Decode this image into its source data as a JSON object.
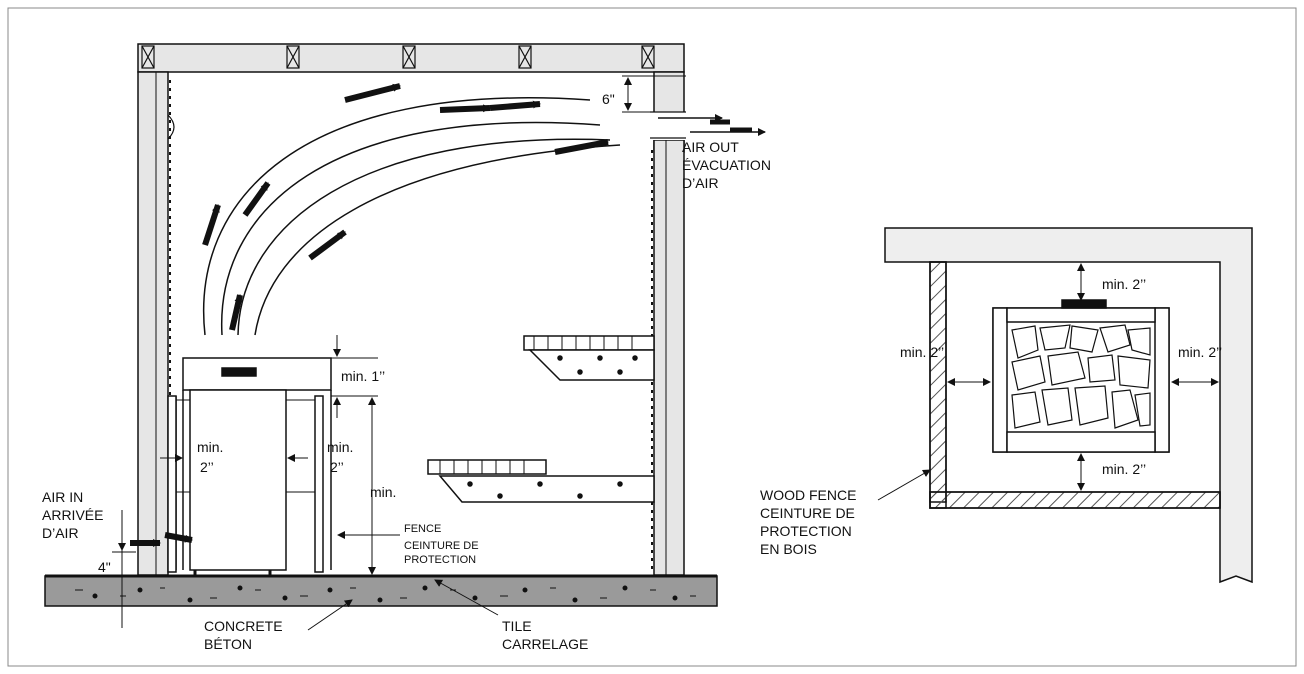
{
  "colors": {
    "ink": "#111111",
    "wall": "#d7d7d7",
    "concrete": "#9a9a9a",
    "board": "#eeeeee",
    "hatch": "#555555"
  },
  "main": {
    "dim_top": "6\"",
    "air_out": [
      "AIR OUT",
      "ÉVACUATION",
      "D’AIR"
    ],
    "heater_top": "min. 1’’",
    "side_left": [
      "min.",
      "2’’"
    ],
    "side_right": [
      "min.",
      "2’’"
    ],
    "front": "min.",
    "fence": [
      "FENCE",
      "CEINTURE DE",
      "PROTECTION"
    ],
    "air_in": [
      "AIR IN",
      "ARRIVÉE",
      "D’AIR"
    ],
    "dim_bottom": "4\"",
    "concrete": [
      "CONCRETE",
      "BÉTON"
    ],
    "tile": [
      "TILE",
      "CARRELAGE"
    ]
  },
  "plan": {
    "top": "min. 2’’",
    "left": "min. 2’’",
    "right": "min. 2’’",
    "bottom": "min. 2’’",
    "fence": [
      "WOOD FENCE",
      "CEINTURE DE",
      "PROTECTION",
      "EN BOIS"
    ]
  }
}
